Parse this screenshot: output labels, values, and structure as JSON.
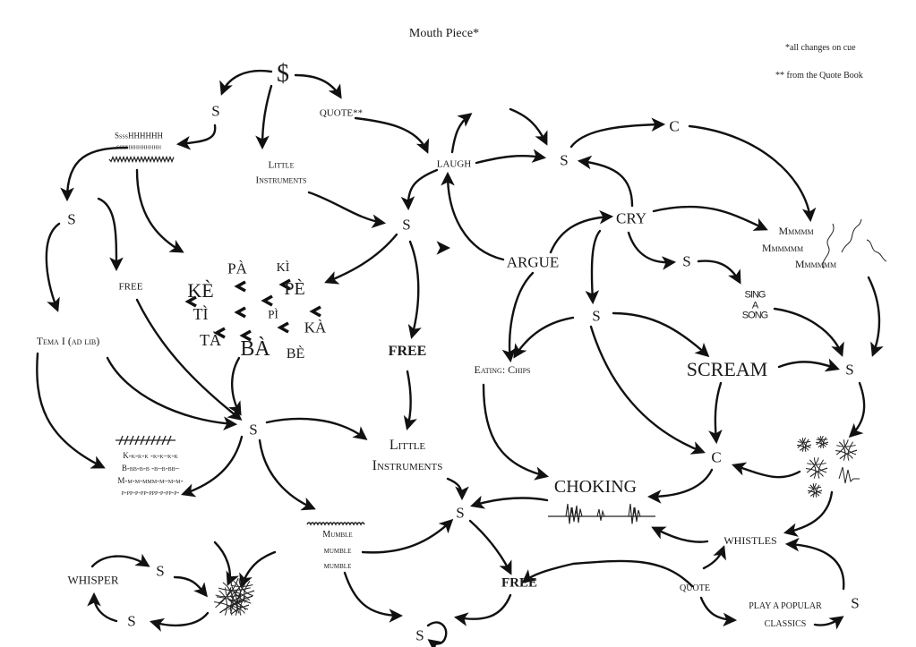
{
  "title": "Mouth Piece*",
  "notes": [
    "*all changes on cue",
    "** from the Quote Book"
  ],
  "nodes": {
    "dollar": "$",
    "s_top_left": "S",
    "quote_top": "QUOTE**",
    "sssh_1": "SsssHHHHHH",
    "sssh_2": "sshhhhhhhhhh",
    "little_instr_1_a": "Little",
    "little_instr_1_b": "Instruments",
    "laugh": "LAUGH",
    "s_laugh": "S",
    "c_top": "C",
    "s_left": "S",
    "free_left": "FREE",
    "s_center": "S",
    "cry": "CRY",
    "argue": "ARGUE",
    "mmm_1": "Mmmmm",
    "mmm_2": "Mmmmmm",
    "mmm_3": "Mmmmmm",
    "s_cry": "S",
    "sing_1": "SING",
    "sing_2": "A",
    "sing_3": "SONG",
    "s_mid_right": "S",
    "eating": "Eating: Chips",
    "scream": "SCREAM",
    "s_scream": "S",
    "free_center": "FREE",
    "tema": "Tema I (ad lib)",
    "s_hub": "S",
    "little_instr_2_a": "Little",
    "little_instr_2_b": "Instruments",
    "c_mid": "C",
    "choking": "CHOKING",
    "kbmp_1": "K-k-k-k  -k-k–k-k",
    "kbmp_2": "B-bb-b-b -b–b-bb–",
    "kbmp_3": "M-m-m-mmm-m–m-m-",
    "kbmp_4": "p-pp-p-pp-ppp-p-pp-p-",
    "mumble_1": "Mumble",
    "mumble_2": "mumble",
    "mumble_3": "mumble",
    "s_lower": "S",
    "whistles": "WHISTLES",
    "whisper": "WHISPER",
    "s_whisper_top": "S",
    "s_whisper_bottom": "S",
    "free_bottom": "FREE",
    "quote_bottom": "QUOTE",
    "play_1": "PLAY A POPULAR",
    "play_2": "CLASSICS",
    "s_play": "S",
    "s_loop": "S"
  },
  "syllables": [
    "PÀ",
    "KÌ",
    "KÈ",
    "PÈ",
    "TÌ",
    "PÌ",
    "KÀ",
    "TÀ",
    "BÀ",
    "BÈ"
  ]
}
